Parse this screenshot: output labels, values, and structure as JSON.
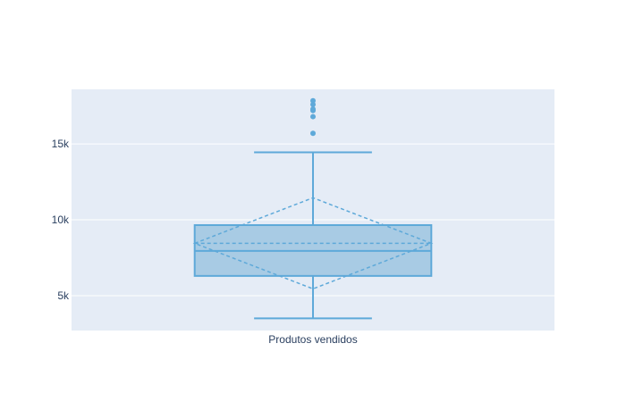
{
  "chart_data": {
    "type": "box",
    "title": "",
    "xlabel": "",
    "ylabel": "",
    "categories": [
      "Produtos vendidos"
    ],
    "ylim": [
      2700,
      18600
    ],
    "yticks": [
      5000,
      10000,
      15000
    ],
    "ytick_labels": [
      "5k",
      "10k",
      "15k"
    ],
    "grid": true,
    "legend": "none",
    "series": [
      {
        "category": "Produtos vendidos",
        "lower_fence": 3500,
        "q1": 6300,
        "median": 7950,
        "q3": 9650,
        "upper_fence": 14450,
        "mean": 8450,
        "sd": 3000,
        "outliers": [
          15700,
          16800,
          17200,
          17300,
          17600,
          17850
        ]
      }
    ],
    "colors": {
      "plot_bg": "#e5ecf6",
      "grid": "#ffffff",
      "box_line": "#5ea9d9",
      "box_fill": "#a8cbe4",
      "tick_text": "#2a3f5f"
    }
  }
}
